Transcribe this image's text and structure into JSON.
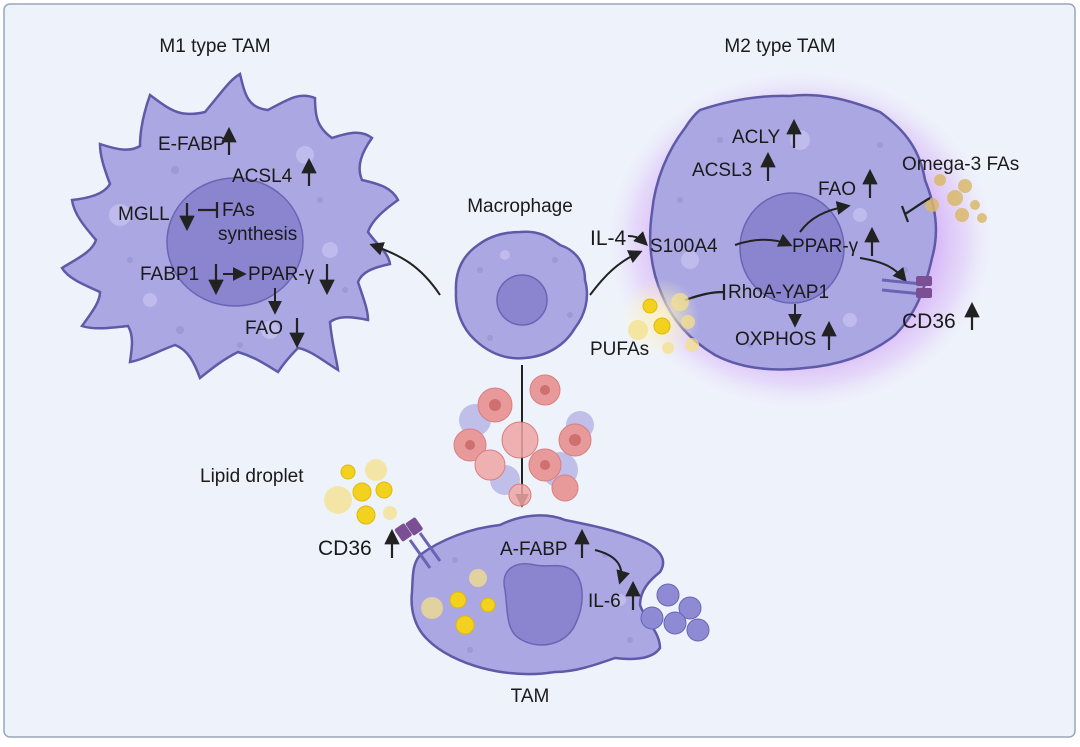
{
  "titles": {
    "m1": "M1 type TAM",
    "m2": "M2 type TAM",
    "center": "Macrophage",
    "bottom": "TAM"
  },
  "m1": {
    "efabp": "E-FABP",
    "acsl4": "ACSL4",
    "mgll": "MGLL",
    "fas": "FAs",
    "synthesis": "synthesis",
    "fabp1": "FABP1",
    "ppar": "PPAR-γ",
    "fao": "FAO"
  },
  "m2": {
    "acly": "ACLY",
    "acsl3": "ACSL3",
    "fao": "FAO",
    "il4": "IL-4",
    "s100a4": "S100A4",
    "ppar": "PPAR-γ",
    "rhoa": "RhoA-YAP1",
    "oxphos": "OXPHOS",
    "pufas": "PUFAs",
    "omega3": "Omega-3 FAs",
    "cd36": "CD36"
  },
  "tam": {
    "lipid": "Lipid droplet",
    "cd36": "CD36",
    "afabp": "A-FABP",
    "il6": "IL-6"
  },
  "colors": {
    "cell_fill": "#aaa7e3",
    "cell_stroke": "#5f5aa8",
    "nucleus": "#8b85cf",
    "lipid": "#f2d21e",
    "tumor": "#e88a8a",
    "glow": "#b45cf0",
    "background": "#eef3fb"
  }
}
